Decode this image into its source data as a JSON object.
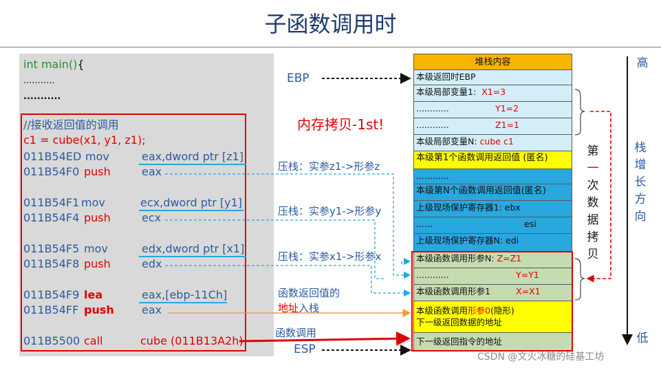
{
  "title": "子函数调用时",
  "code": {
    "line1": "int main()",
    "brace": "{",
    "dots1": "...........",
    "dots2": "...........",
    "comment": "//接收返回值的调用",
    "call_expr": "c1 = cube(x1, y1, z1);",
    "rows": [
      {
        "addr": "011B54ED",
        "op": "mov",
        "arg": "eax,dword ptr [z1]"
      },
      {
        "addr": "011B54F0",
        "op": "push",
        "arg": "eax"
      },
      {
        "addr": "011B54F1",
        "op": "mov",
        "arg": "ecx,dword ptr [y1]"
      },
      {
        "addr": "011B54F4",
        "op": "push",
        "arg": "ecx"
      },
      {
        "addr": "011B54F5",
        "op": "mov",
        "arg": "edx,dword ptr [x1]"
      },
      {
        "addr": "011B54F8",
        "op": "push",
        "arg": "edx"
      },
      {
        "addr": "011B54F9",
        "op": "lea",
        "arg": "eax,[ebp-11Ch]"
      },
      {
        "addr": "011B54FF",
        "op": "push",
        "arg": "eax"
      },
      {
        "addr": "011B5500",
        "op": "call",
        "arg": "cube (011B13A2h)"
      }
    ]
  },
  "labels": {
    "ebp": "EBP",
    "esp": "ESP",
    "mem_copy": "内存拷贝-1st!",
    "push_z": "压栈：实参z1->形参z",
    "push_y": "压栈：实参y1->形参y",
    "push_x": "压栈：实参x1->形参x",
    "ret_addr_a": "函数返回值的",
    "ret_addr_b1": "地址",
    "ret_addr_b2": "入栈",
    "func_call": "函数调用",
    "first_copy": [
      "第",
      "一",
      "次",
      "数",
      "据",
      "拷",
      "贝"
    ],
    "high": "高",
    "low": "低",
    "grow": [
      "栈",
      "增",
      "长",
      "方",
      "向"
    ],
    "watermark": "CSDN @文火冰糖的硅基工坊"
  },
  "stack": {
    "header": "堆栈内容",
    "r1": "本级返回时EBP",
    "r2a": "本级局部变量1:",
    "r2b": "X1=3",
    "r3a": "............",
    "r3b": "Y1=2",
    "r4a": "............",
    "r4b": "Z1=1",
    "r5a": "本级局部变量N:",
    "r5b": "cube c1",
    "r6": "本级第1个函数调用返回值 (匿名)",
    "r7": "............",
    "r8": "本级第N个函数调用返回值(匿名)",
    "r9": "上级现场保护寄存器1: ebx",
    "r10a": "......",
    "r10b": "esi",
    "r11": "上级现场保护寄存器N: edi",
    "r12a": "本级函数调用形参N:",
    "r12b": "Z=Z1",
    "r13a": "............",
    "r13b": "Y=Y1",
    "r14a": "本级函数调用形参1",
    "r14b": "X=X1",
    "r15a": "本级函数调用",
    "r15b": "形参0",
    "r15c": "(隐形)",
    "r15d": "下一级返回数据的地址",
    "r16": "下一级返回指令的地址"
  },
  "colors": {
    "header": "#f7b500",
    "light_blue": "#d3eef8",
    "yellow": "#ffff00",
    "mid_blue": "#29a7df",
    "green": "#c4dcb0",
    "red": "#e00000",
    "orange": "#f39c3a"
  }
}
